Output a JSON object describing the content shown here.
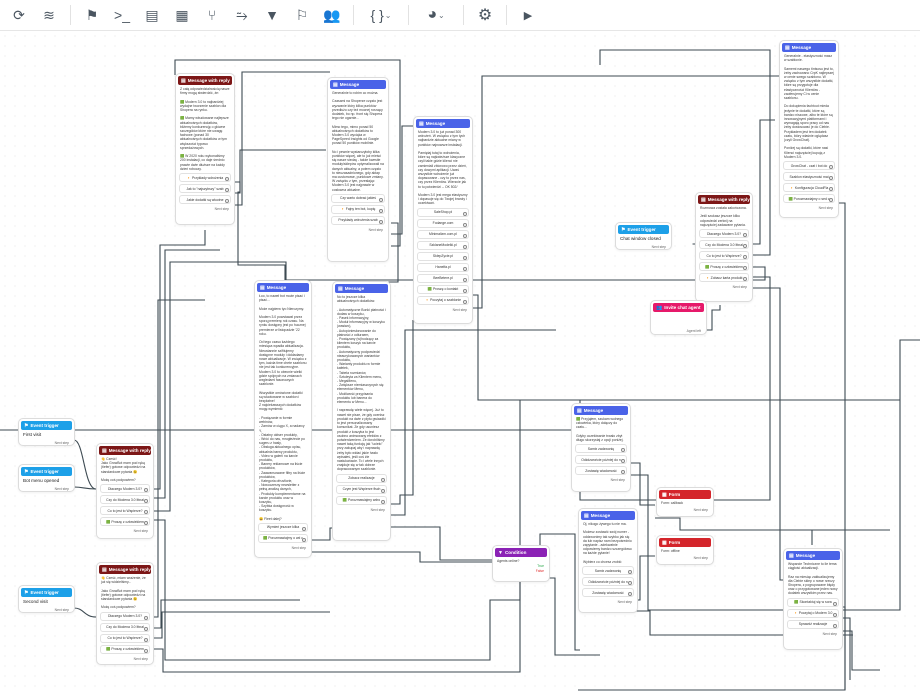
{
  "toolbar": {
    "items": [
      {
        "icon": "refresh-icon",
        "glyph": "⟳"
      },
      {
        "icon": "layers-icon",
        "glyph": "≋"
      },
      {
        "icon": "flag-icon",
        "glyph": "⚑"
      },
      {
        "icon": "terminal-icon",
        "glyph": ">_"
      },
      {
        "icon": "message-icon",
        "glyph": "▤"
      },
      {
        "icon": "form-icon",
        "glyph": "▦"
      },
      {
        "icon": "branch-icon",
        "glyph": "⑂"
      },
      {
        "icon": "plug-icon",
        "glyph": "⥲"
      },
      {
        "icon": "filter-icon",
        "glyph": "▼"
      },
      {
        "icon": "flag-route-icon",
        "glyph": "⚐"
      },
      {
        "icon": "users-icon",
        "glyph": "👥"
      },
      {
        "icon": "variables-icon",
        "glyph": "{ }"
      },
      {
        "icon": "globe-icon",
        "glyph": "◕"
      },
      {
        "icon": "settings-icon",
        "glyph": "⚙"
      },
      {
        "icon": "play-icon",
        "glyph": "▶"
      }
    ],
    "caret": "⌄"
  },
  "common": {
    "next_step": "Next step",
    "message": "Message",
    "message_with_reply": "Message with reply",
    "event_trigger": "Event trigger",
    "form": "Form",
    "condition": "Condition",
    "invite_agent": "Invite chat agent"
  },
  "nodes": {
    "ev_first": {
      "title": "Event trigger",
      "text": "First visit",
      "next": "Next step"
    },
    "ev_menu": {
      "title": "Event trigger",
      "text": "Bot menu opened",
      "next": "Next step"
    },
    "ev_second": {
      "title": "Event trigger",
      "text": "Second visit",
      "next": "Next step"
    },
    "ev_closed": {
      "title": "Event trigger",
      "text": "Chat window closed",
      "next": "Next step"
    },
    "reply_first": {
      "title": "Message with reply",
      "text": "👋 Cześć!\nJako GrowBot mam pod ręką (tiefer) gotowe odpowiedzi na standardowe pytania 😉\n\nMożę coś podpowiem?",
      "options": [
        "Dlaczego Modern 3.0?",
        "Czy do Modena 3.0 Ittnal",
        "Co to jest to Wspierze?",
        "🟩 Proszę z człowiekiem"
      ],
      "next": "Next step"
    },
    "reply_second": {
      "title": "Message with reply",
      "text": "👋 Cześć, miam wrażenie, że już się widzieliśmy...\n\nJako GrowBot mam pod ręką (tiefer) gotowe odpowiedzi na standardowe pytania 😉\n\nMożę coś podpowiem?",
      "options": [
        "Dlaczego Modern 3.0?",
        "Czy do Modena 3.0 Ittnal",
        "Co to jest to Wspierze?",
        "🟩 Proszę z człowiekiem"
      ],
      "next": "Next step"
    },
    "reply_top": {
      "title": "Message with reply",
      "text": "Z całą odpowiedzialnością nasze firmy mogą stwierdzić, że:\n\n🟩 Modern 3.0 to najbardziej wydajne tworzenie szablon dla Shopera na rynku.\n\n🟩 Mamy wbudowane najlepsze aktualnośnych dodatków, bliżemy konkurencję o główne szczegółów które nie uwagę fachowe (ponad 30 aktualnośnych dodatków w tym większości typowo sprzedażowych.\n\n🟩 W 2020 roku wykonaliśmy 200 instalacji, co daje średnio prawie dwie dłuższe na każdy dzień roboczy.",
      "options": [
        "🔸 Przykłady wdrożenia",
        "Jak to \"najszybszy\" szab",
        "Jakie dodatki są włuotne"
      ],
      "next": "Next step"
    },
    "msg_intro": {
      "title": "Message",
      "text": "Generalnie to robim co można.\n\nCzasami na Shoperze często jest wyzwanie który kilka punktów przedłużo czy też mocnej rosnący dodatek, bo np. front się Shopera tego nie ogarnie...\n\nMimo tego, mimo ponad 50 aktualnośnych dodatków to Modern 3.0 wyciąka w PageSpeed Insights od Google ponad 50 punktów mobilnie.\n\nNo i pewnie wystarczyłoby kilka punktów więcej, ale to już mieści się nasze siedzę - także kwestie moduły/sklepów optymalizowali na danych aktualny, a potem często to nieuzasadnionego, gdy aktap ma customowe, punktowe zmiany. W związku z tym, przesłając Modern 3.0 jest najprawie w cosłowna aktualne.",
      "options": [
        "Czy warto dobrać jakieś",
        "🔸 Fajny ten bot, kupię",
        "Przykłady wdrożenia szab"
      ],
      "next": "Next step"
    },
    "msg_big": {
      "title": "Message",
      "text": "Modern 3.0 to już ponad 300 wdrożeń. W związku z tym tych najbardzie aktualne miany w punktów najnowsze instalacji.\n\nPamiętaj tutaj to wdrożenia, które są najświeższe klasyczne czyli takie gdzie klienci nie zamieniali zbiorowo przez dzień, czy dowymi aplikacji. Uwaś wszystkie wdrożenie już dopasowane - czy to przez nas, czy przez Klientów. Wierzcie jak to tu potwierdzi -- OK 502/\n\nModern 3.0 jest mega elastyczny i dopasuje się do Twojej branży i oczekiwań.",
      "options": [
        "SaleShop.pl",
        "Fodange.com",
        "Minimalizm.com.pl",
        "SzklaneModelki.pl",
        "SklepZycie.pl",
        "Hanelfa.pl",
        "BeeBetere.pl",
        "🟩 Proszę o kontakt",
        "🔸 Poczytaj o szablonie"
      ],
      "next": "Next step"
    },
    "msg_right": {
      "title": "Message",
      "text": "Generalnie - elastyczność masz w szablonie.\n\nSamemi naszego tintsosu jest to, żeby zachowano CrpK najlepszej w cenie swego szablonu. W związku z tym wszystkie dodatki, które są przygotuje dla elastyczności Klientów - zaoferujemy Ci w cenie szablonu.\n\nDo dokupienia fachtout mieda jedynie te dodatki, które są bardzo niszowe, albo te które są innowacyjnymi platformami i wymagają sporo pracy od nas żeby dostosować je do Ciebie. Przykładem jest ten dodatek czatu, który właśnie oglądasz (czyli GrowChat).\n\nPoniżej są dodatki, które nasi Klienci najczęściej kupują z Modern 3.0.",
      "options": [
        "GrowChat - czat i bot do",
        "Szablon elastyczność mai",
        "🔸 Konfiguracja CloudFla",
        "🟩 Porozmawiajmy o sed c"
      ],
      "next": "Next step"
    },
    "reply_closed": {
      "title": "Message with reply",
      "text": "Rozmowa została zakończona.\n\nJeśli szukasz jeszcze kilku odpowiedzi zerknij na najczęściej zadawane pytania.",
      "options": [
        "Dlaczego Modern 3.0?",
        "Czy do Modena 3.0 Ittnal",
        "Co to jest to Wspierze?",
        "🟩 Proszę z człowiekiem",
        "🔸 Zobacz karta produkt"
      ],
      "next": "Next step"
    },
    "agent": {
      "title": "Invite chat agent",
      "next": "Agent left"
    },
    "msg_news": {
      "title": "Message",
      "text": "Łoo, to naweł bot może pisać i pisać...\n\nMoże najpierw tyo Nierozymy.\n\nModern 3.0 powstawał przez sporą premierę rok czasu. Na rynku dostępny jest po hucznej premierze w listopadzie '22 roku.\n\nOd tego czasu każdego miesiąca wpadła aktualizacja. Nieustannie szifitujemy dostępne moduły i dokładamy nowe aktualizacje. W związku z tym, każda time chete szablonu nie jest tak konkurencyjne. Modern 3.0 to obecnie wielki gdzie spójnych na zmianach wzgledami fasonowych szablonie.\n\nWszystkie omówione dodatki są włuotowane w szablon i bezpłatne!\nZ najciekawszych dodatków mogę wymienić:\n\n- Powiązanie w formie webinów,\n- Zamów w ciągu X, a nadarcy Y,\n- Ostatny oktser produkty,\n- Wróć do nas, mrugłeżecie po sugeru z hasły,\n- Obsługa aktualnego opisu, aktualnia barwy produktu,\n- Video w galerii na karcie produktu,\n- Banery reklamowe na liście produktów,\n- Zaawansowane filtry na liście produktów,\n- Kategoria ofrusfiorie,\n- Nowoczesny newsletter z pełną analizą danych,\n- Produkty komplementarne na karcie produktu oraz w koszyku,\n- Szybka dostępność w koszyku.\n\n😀 Fleet dalej?",
      "options": [
        "Wymień jeszcze kilka",
        "🟩 Porozmawiajmy o wd c"
      ],
      "next": "Next step"
    },
    "msg_features": {
      "title": "Message",
      "text": "No to jeszcze kilka aktualnośnych dodatków:\n\n- Automatyczne Bonki płatności i dodaw w koszyku,\n- Pasek informacyjny,\n- Moduł informacyjny w koszyku (wasiwo),\n- Autopóniesłonowanie do płatności z odturaem,\n- Powiązany (w)hodzący za klientem koszyk na karcie produktu,\n- Automatyczny podpowiedzi nieaurykowanych wariantów produktu,\n- Warianty produktu w formie kafelek,\n- Tabela rozmiarów,\n- Sztuleyta za Klientem menu,\n- MegaMenu,\n- Zwiększe niemiaszoynych się elementów Menu,\n- Możliwość przypisania produktu lub banera do elementu w Menu...\n\nI naprawdę wiele więcej. Już to naweł nie pisze, że gdy ocenisz produkt na dwie z płytu gwiazdki to jest personalizowany komunikat. Że gdy usuniesz produkt z koszyka to jest osobno animowany efektów z potwierdzeniem. Że dorobiliśmy nawet taką funkcję jak \"ucieło\" przy zakupaj aby i naprawdę żeby było widać jakie hasło wpisałeś, jeśli coś źle nastukańacie. To i wiele innych znajduje się w tak dobrze dopracowanym szablonie.",
      "options": [
        "Zobacz realizacje",
        "Czym jest Wspierze fisch",
        "🟩 Porozmawiajmy wdro"
      ],
      "next": "Next step"
    },
    "msg_offline": {
      "title": "Message",
      "text": "🟩 Przyjąłem, szukam wolnego człowieka, który dołączy do czatu...\n\nGdyby oczekiwanie trwało zbyt długo skorzystaj z opcji poniżej.",
      "options": [
        "Samix zadzwonię",
        "Odźdzwońcie później do n",
        "Zostawię wiadomość"
      ],
      "next": "Next step"
    },
    "msg_nobody": {
      "title": "Message",
      "text": "Oj, nikogo żywego tu nie ma.\n\nMożesz zostawić swój numer - oddzwonimy tak szybko jak się da lub napisz nam bezpośrednio zapytanie - adekwatnie odpowiemy bardzo szczegółowo na każde pytanie!\n\nWybierz co chcesz zrobić:",
      "options": [
        "Samix zadzwonię",
        "Odźdzwońcie później do n",
        "Zostawię wiadomość"
      ],
      "next": "Next step"
    },
    "msg_support": {
      "title": "Message",
      "text": "Wsparcie Techniczne to ile tema ciągłość aktualizacji.\n\nRaz na miesiąc zaktualizujemy dla Ciebie sklep o nowe rzeczy Shopera, z pogrupowane błędy oraz o przygotowane jeden nowy dodatek wszystkim przez nas.",
      "options": [
        "🟩 Skontaktuj się w sora",
        "🔸 Poczytaj o Modern 3.0",
        "Sprawdź realizacje"
      ],
      "next": "Next step"
    },
    "form_callback": {
      "title": "Form",
      "text": "Form: callback",
      "next": "Next step"
    },
    "form_offline": {
      "title": "Form",
      "text": "Form: offline",
      "next": "Next step"
    },
    "condition": {
      "title": "Condition",
      "text": "Agents online?",
      "true_label": "True",
      "false_label": "False"
    }
  }
}
